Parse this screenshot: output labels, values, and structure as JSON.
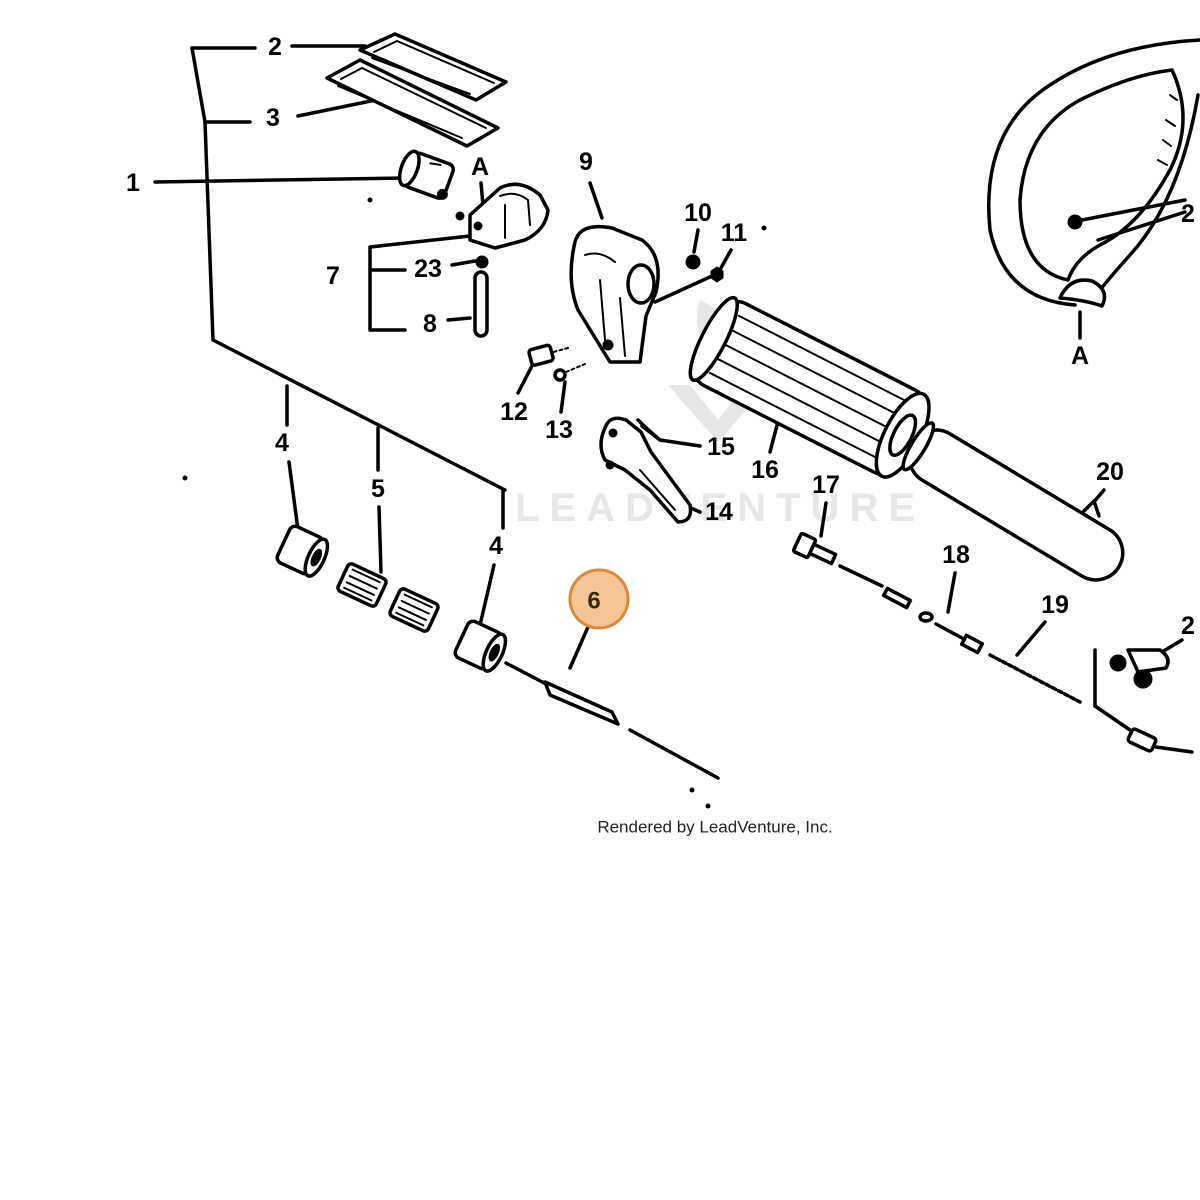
{
  "diagram": {
    "callouts": [
      "2",
      "3",
      "1",
      "7",
      "23",
      "8",
      "9",
      "10",
      "11",
      "12",
      "13",
      "14",
      "15",
      "16",
      "17",
      "18",
      "19",
      "20",
      "4",
      "5",
      "4"
    ],
    "highlighted_callout": "6",
    "section_marks": [
      "A",
      "A"
    ],
    "cropped_callouts": [
      "2",
      "2"
    ],
    "watermark": "LEADVENTURE",
    "credit": "Rendered by LeadVenture, Inc."
  },
  "colors": {
    "background": "#ffffff",
    "ink": "#000000",
    "highlight_fill": "#f3c596",
    "highlight_stroke": "#d8893c",
    "watermark": "#e6e6e6"
  },
  "icons": {
    "watermark_logo": "leadventure-logo-icon"
  }
}
